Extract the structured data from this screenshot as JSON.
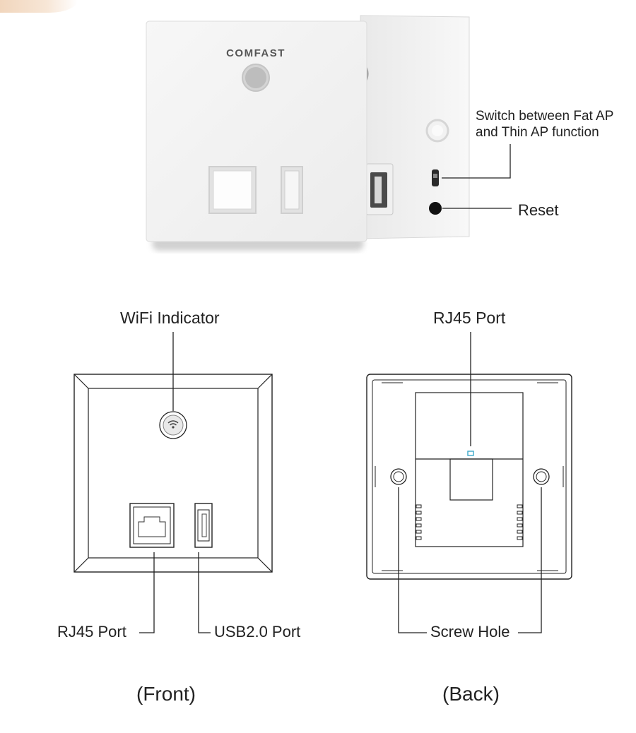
{
  "brand": "COMFAST",
  "labels": {
    "switch_line1": "Switch between Fat AP",
    "switch_line2": "and Thin AP function",
    "reset": "Reset",
    "wifi_indicator": "WiFi Indicator",
    "rj45_front": "RJ45 Port",
    "usb": "USB2.0 Port",
    "rj45_back": "RJ45 Port",
    "screw_hole": "Screw Hole",
    "front_caption": "(Front)",
    "back_caption": "(Back)"
  },
  "colors": {
    "panel": "#f3f3f3",
    "panel_shadow": "#c9c9c9",
    "line": "#222222",
    "brand_text": "#555555",
    "led": "#3aa7c9"
  },
  "icons": {
    "wifi": "wifi-icon",
    "rj45": "rj45-socket-icon",
    "usb": "usb-socket-icon"
  }
}
